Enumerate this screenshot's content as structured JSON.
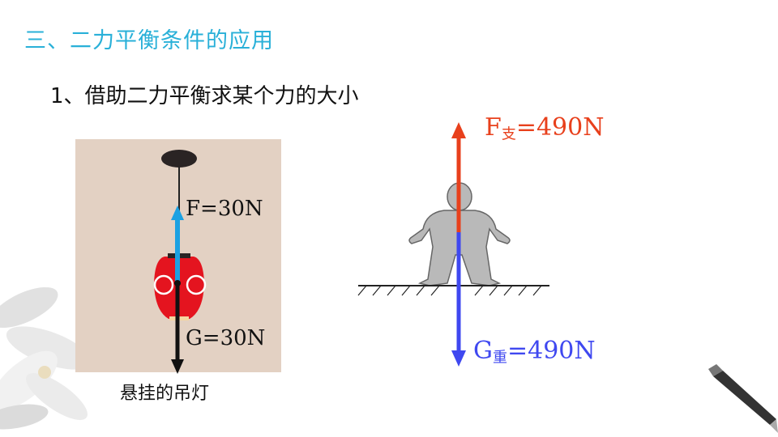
{
  "slide": {
    "section_title": "三、二力平衡条件的应用",
    "subtitle": "1、借助二力平衡求某个力的大小"
  },
  "lamp_figure": {
    "caption": "悬挂的吊灯",
    "upward_force": {
      "symbol": "F",
      "value": "=30N",
      "color": "#1ba1e2"
    },
    "downward_force": {
      "symbol": "G",
      "value": "=30N",
      "color": "#111111"
    }
  },
  "person_figure": {
    "upward_force": {
      "symbol": "F",
      "subscript": "支",
      "value": "=490N",
      "color": "#e8401c"
    },
    "downward_force": {
      "symbol": "G",
      "subscript": "重",
      "value": "=490N",
      "color": "#3f48f0"
    }
  }
}
